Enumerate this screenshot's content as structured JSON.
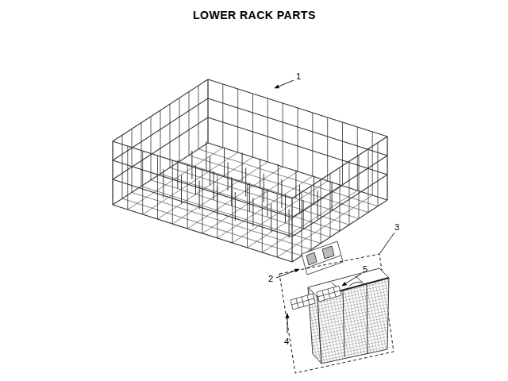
{
  "diagram": {
    "title": "LOWER RACK PARTS",
    "labels": [
      "1",
      "2",
      "3",
      "4",
      "5"
    ]
  }
}
